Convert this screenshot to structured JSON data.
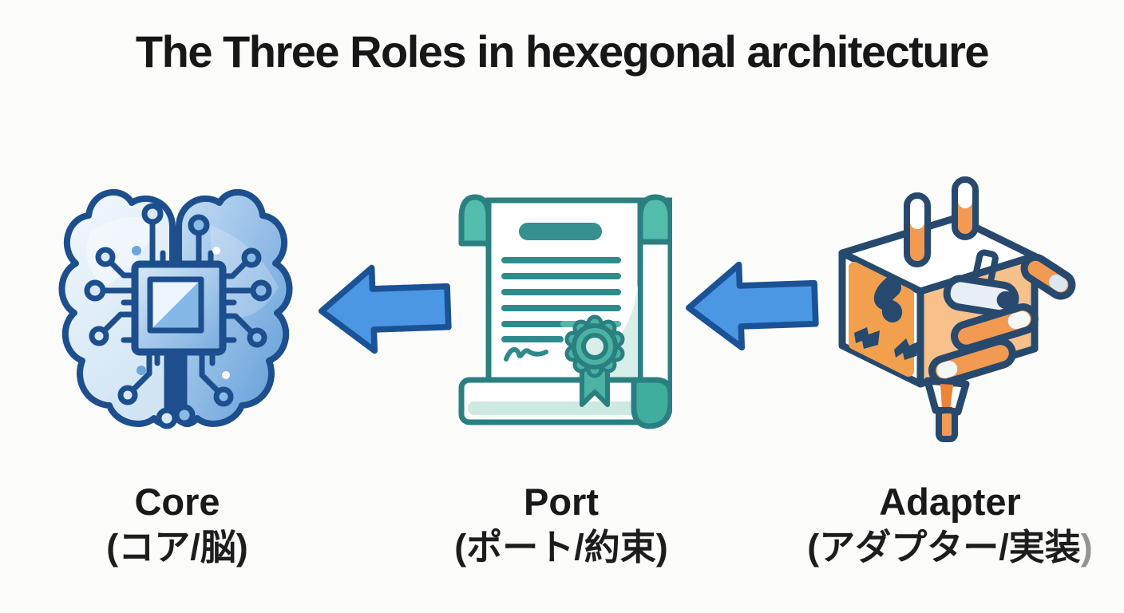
{
  "title": "The Three Roles in hexegonal architecture",
  "roles": [
    {
      "id": "core",
      "name": "Core",
      "sub": "(コア/脳)",
      "icon": "brain-circuit-icon"
    },
    {
      "id": "port",
      "name": "Port",
      "sub": "(ポート/約束)",
      "icon": "contract-scroll-icon"
    },
    {
      "id": "adapter",
      "name": "Adapter",
      "sub": "(アダプター/実装",
      "sub_tail": ")",
      "icon": "power-adapter-icon"
    }
  ],
  "arrows": [
    {
      "from": "Port",
      "to": "Core",
      "direction": "left"
    },
    {
      "from": "Adapter",
      "to": "Port",
      "direction": "left"
    }
  ],
  "colors": {
    "background": "#fcfcfa",
    "text": "#171717",
    "arrow_fill": "#4c97e4",
    "arrow_outline": "#1b5296",
    "brain_outline": "#1d4f8e",
    "brain_left_fill": "#e3eff9",
    "brain_right_fill": "#76a9de",
    "scroll_outline": "#2a7f81",
    "scroll_teal": "#53bcac",
    "scroll_shade": "#d8eee8",
    "adapter_outline": "#27496d",
    "adapter_orange": "#f2a04e",
    "adapter_light_orange": "#f8c08a"
  }
}
